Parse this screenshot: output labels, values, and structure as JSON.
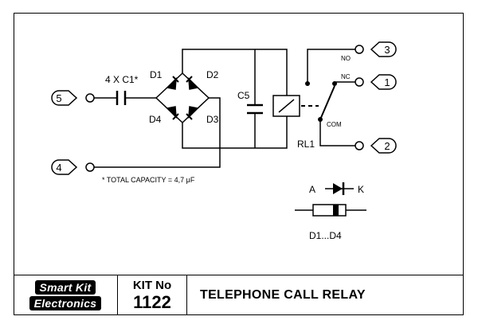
{
  "schematic": {
    "terminals": {
      "t5": "5",
      "t4": "4",
      "t3": "3",
      "t1": "1",
      "t2": "2"
    },
    "capacitor_c1_label": "4 X C1*",
    "diodes": {
      "d1": "D1",
      "d2": "D2",
      "d3": "D3",
      "d4": "D4"
    },
    "capacitor_c5_label": "C5",
    "relay_label": "RL1",
    "contacts": {
      "no": "NO",
      "nc": "NC",
      "com": "COM"
    },
    "footnote": "* TOTAL CAPACITY = 4,7 μF",
    "diode_legend": {
      "anode": "A",
      "cathode": "K",
      "caption": "D1...D4"
    }
  },
  "titleblock": {
    "logo_line1": "Smart Kit",
    "logo_line2": "Electronics",
    "kit_label": "KIT No",
    "kit_number": "1122",
    "title": "TELEPHONE CALL RELAY"
  }
}
